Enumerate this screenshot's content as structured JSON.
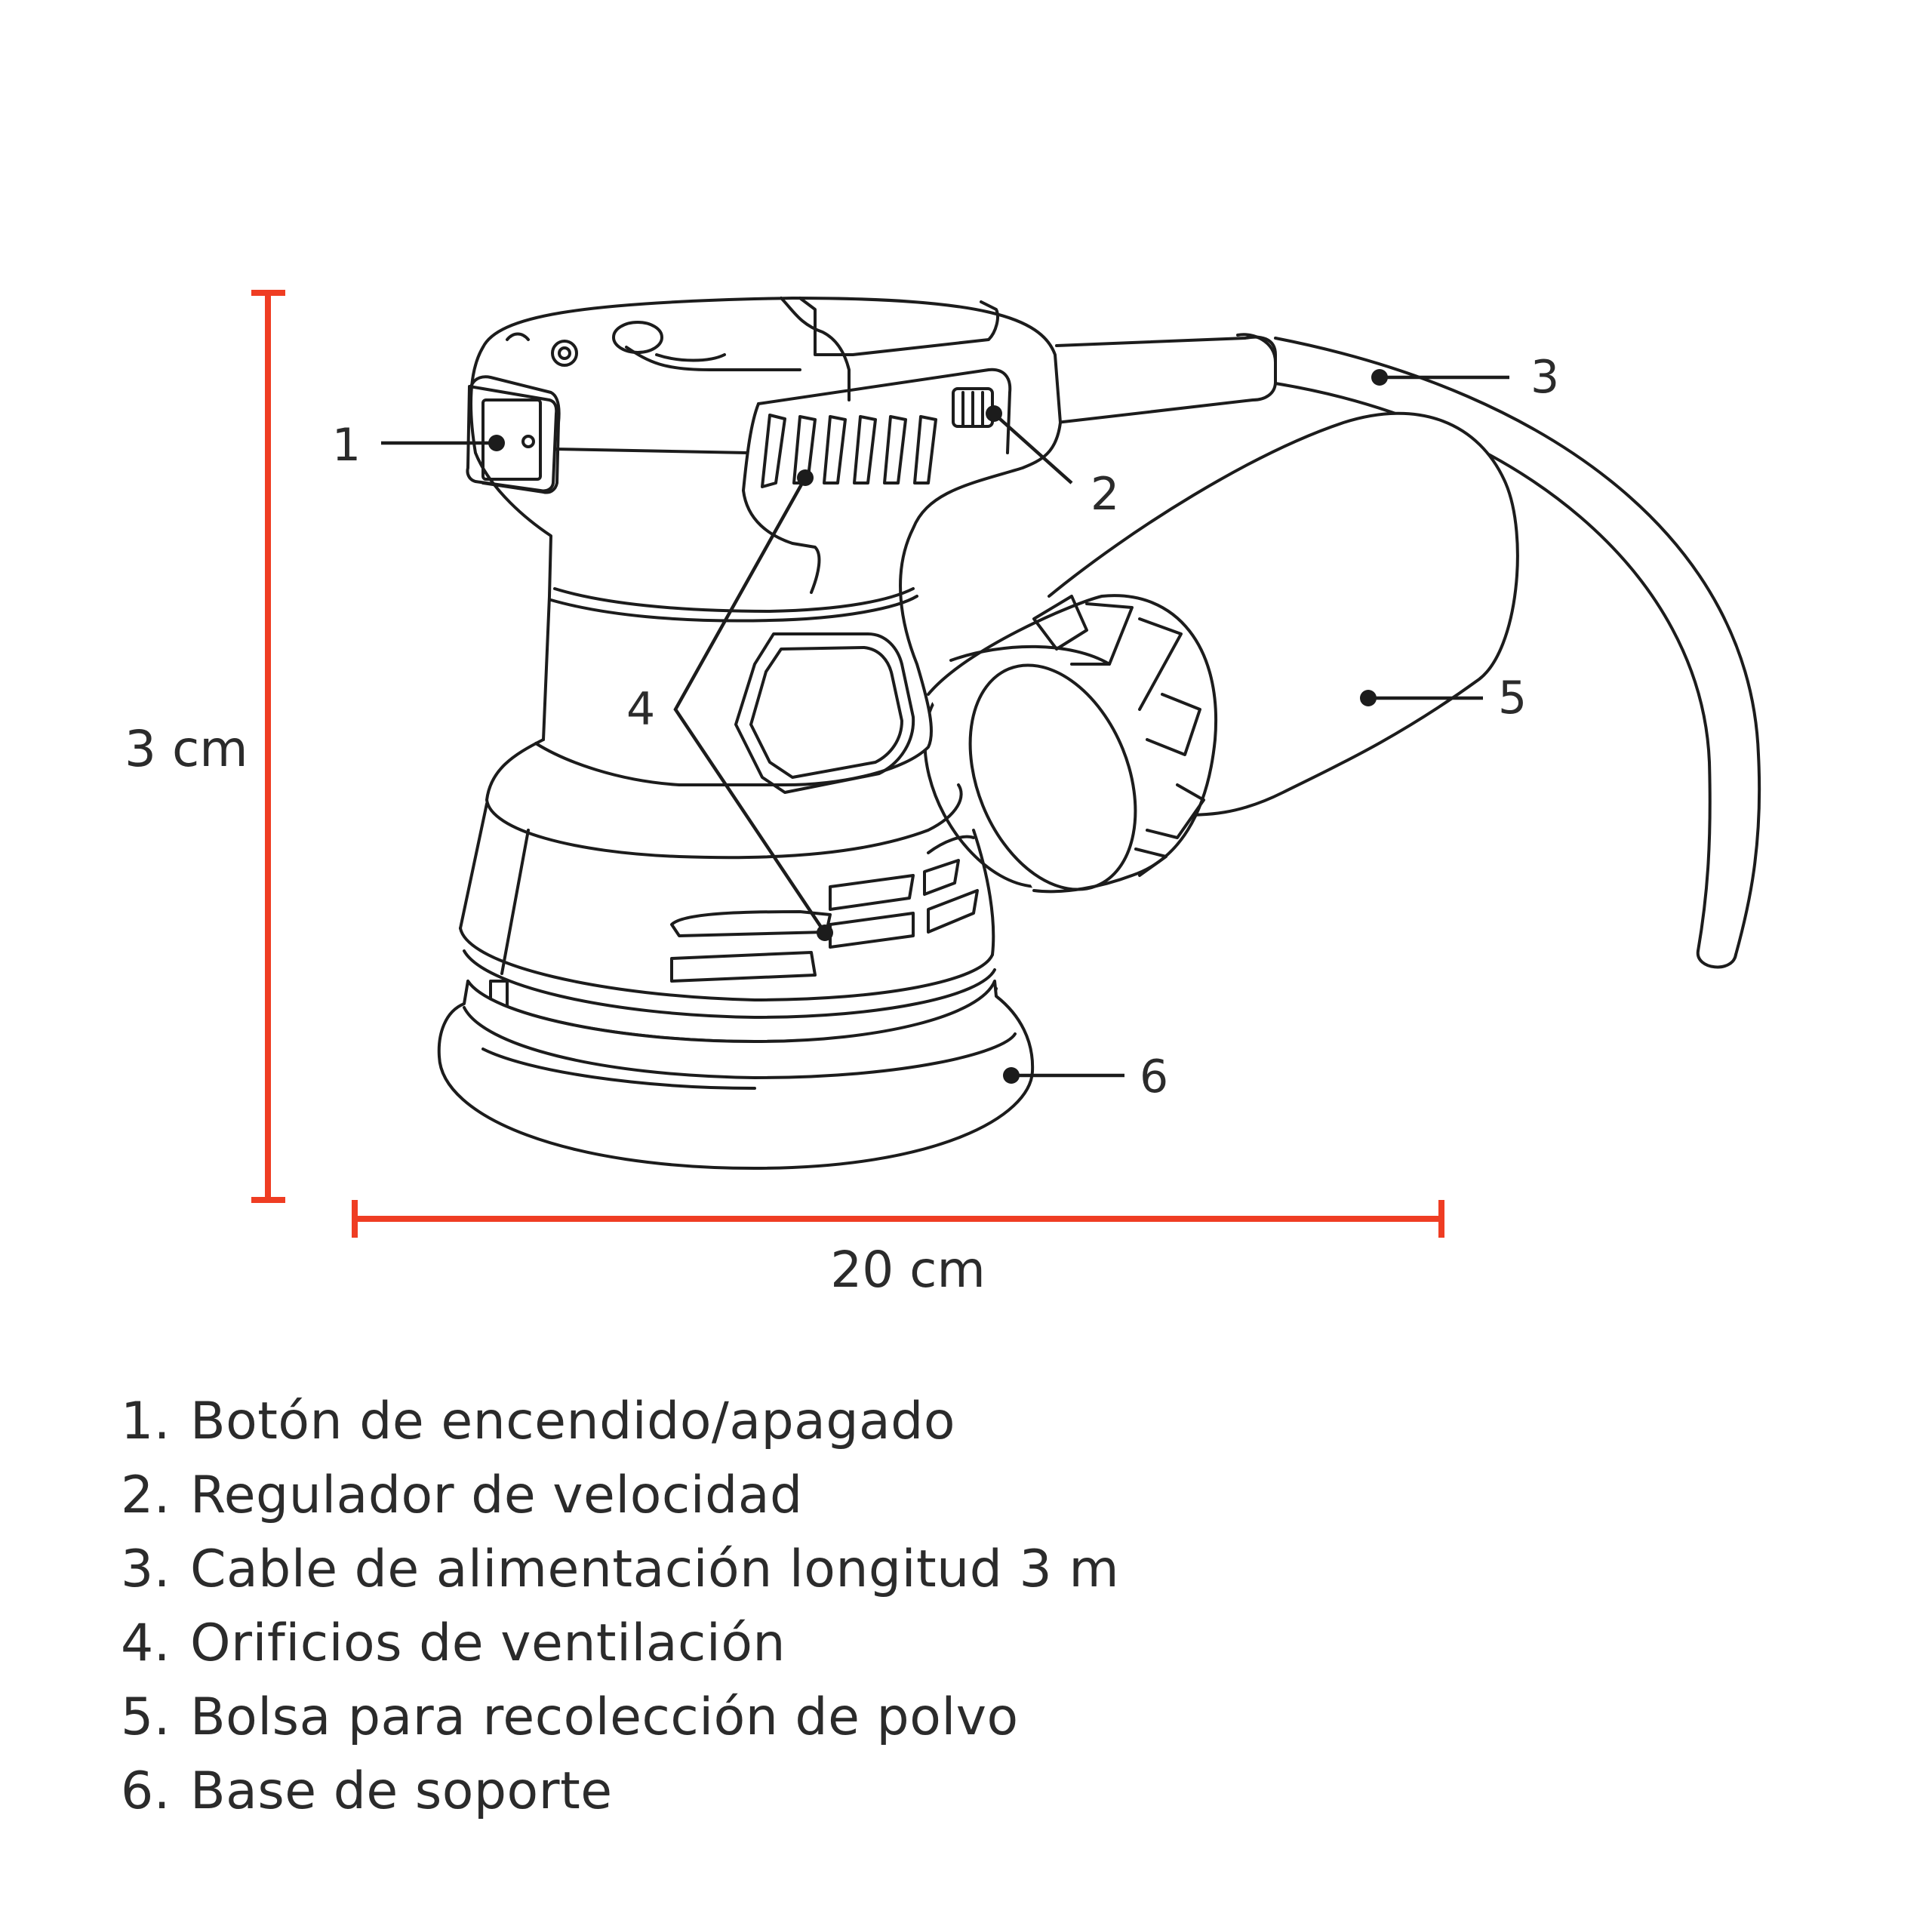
{
  "dimensions": {
    "height_label": "3 cm",
    "width_label": "20 cm",
    "color": "#ef3d23"
  },
  "callouts": {
    "c1": "1",
    "c2": "2",
    "c3": "3",
    "c4": "4",
    "c5": "5",
    "c6": "6"
  },
  "legend": [
    {
      "num": "1.",
      "text": "Botón de encendido/apagado"
    },
    {
      "num": "2.",
      "text": "Regulador de velocidad"
    },
    {
      "num": "3.",
      "text": "Cable de alimentación longitud 3 m"
    },
    {
      "num": "4.",
      "text": "Orificios de ventilación"
    },
    {
      "num": "5.",
      "text": "Bolsa para recolección de polvo"
    },
    {
      "num": "6.",
      "text": "Base de soporte"
    }
  ]
}
